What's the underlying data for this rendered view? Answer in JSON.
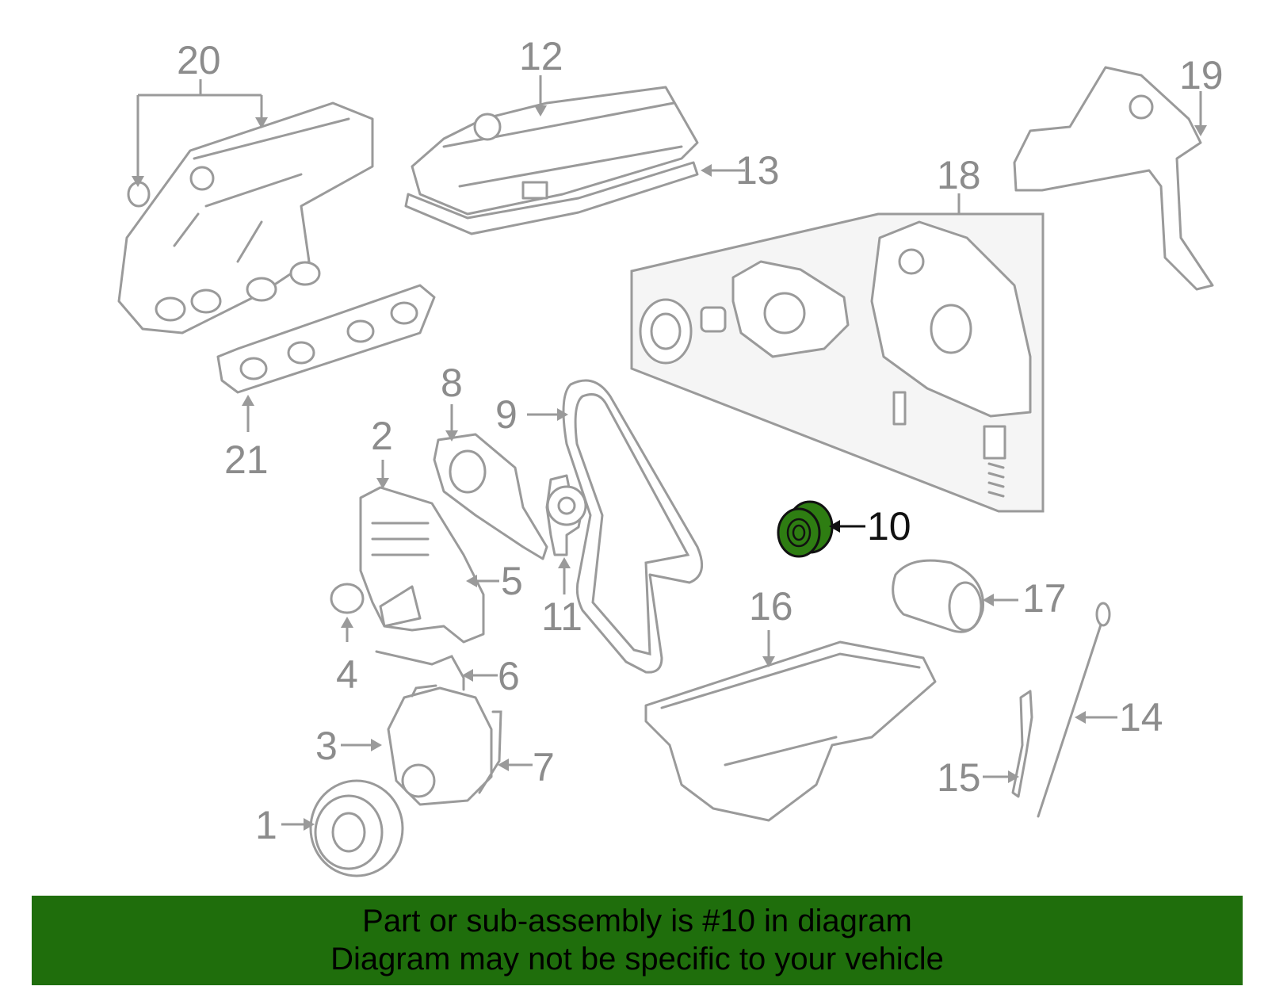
{
  "diagram": {
    "highlighted_part": "10",
    "highlight_color": "#2e7d12",
    "callouts": {
      "c1": "1",
      "c2": "2",
      "c3": "3",
      "c4": "4",
      "c5": "5",
      "c6": "6",
      "c7": "7",
      "c8": "8",
      "c9": "9",
      "c10": "10",
      "c11": "11",
      "c12": "12",
      "c13": "13",
      "c14": "14",
      "c15": "15",
      "c16": "16",
      "c17": "17",
      "c18": "18",
      "c19": "19",
      "c20": "20",
      "c21": "21"
    }
  },
  "banner": {
    "line1": "Part or sub-assembly is #10 in diagram",
    "line2": "Diagram may not be specific to your vehicle",
    "background": "#1f6e0c"
  }
}
